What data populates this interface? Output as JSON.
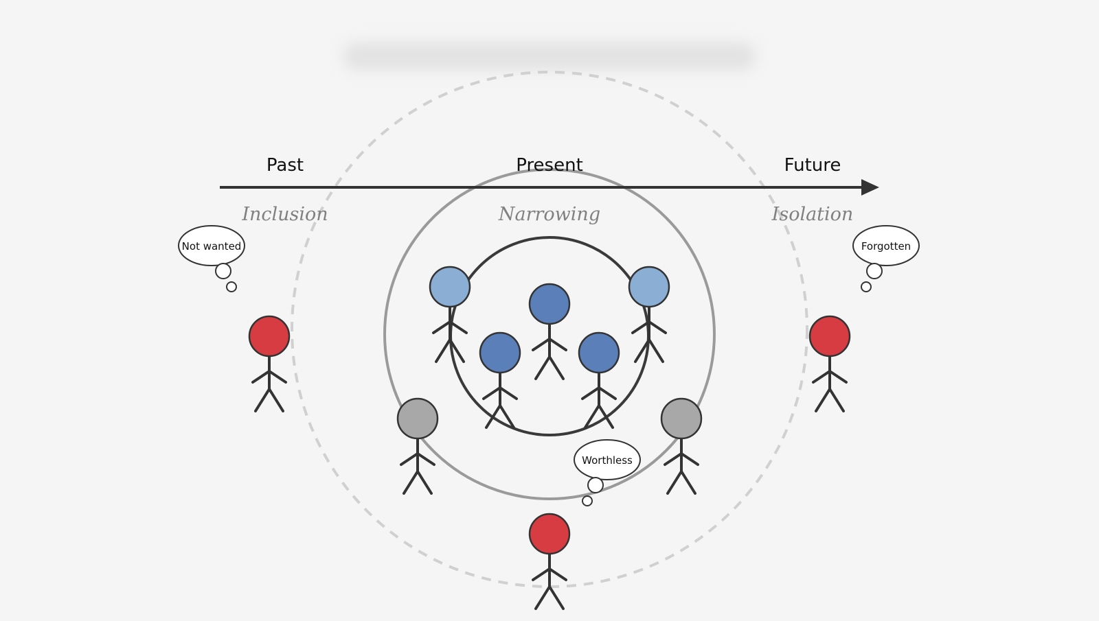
{
  "timeline": {
    "labels": [
      "Past",
      "Present",
      "Future"
    ]
  },
  "phases": [
    "Inclusion",
    "Narrowing",
    "Isolation"
  ],
  "thoughts": [
    "Not wanted",
    "Forgotten",
    "Worthless"
  ],
  "colors": {
    "background": "#f5f5f5",
    "core_group": "#5b7fb8",
    "edge_group": "#8aaed4",
    "peripheral": "#a8a8a8",
    "excluded": "#d63c42",
    "outline": "#333333",
    "outer_ring": "#9a9a9a",
    "dashed_ring": "#d0d0d0"
  },
  "figures": [
    {
      "role": "edge-group",
      "color_key": "edge_group"
    },
    {
      "role": "edge-group",
      "color_key": "edge_group"
    },
    {
      "role": "core-group",
      "color_key": "core_group"
    },
    {
      "role": "core-group",
      "color_key": "core_group"
    },
    {
      "role": "core-group",
      "color_key": "core_group"
    },
    {
      "role": "peripheral",
      "color_key": "peripheral"
    },
    {
      "role": "peripheral",
      "color_key": "peripheral"
    },
    {
      "role": "excluded",
      "color_key": "excluded"
    },
    {
      "role": "excluded",
      "color_key": "excluded"
    },
    {
      "role": "excluded",
      "color_key": "excluded"
    }
  ]
}
